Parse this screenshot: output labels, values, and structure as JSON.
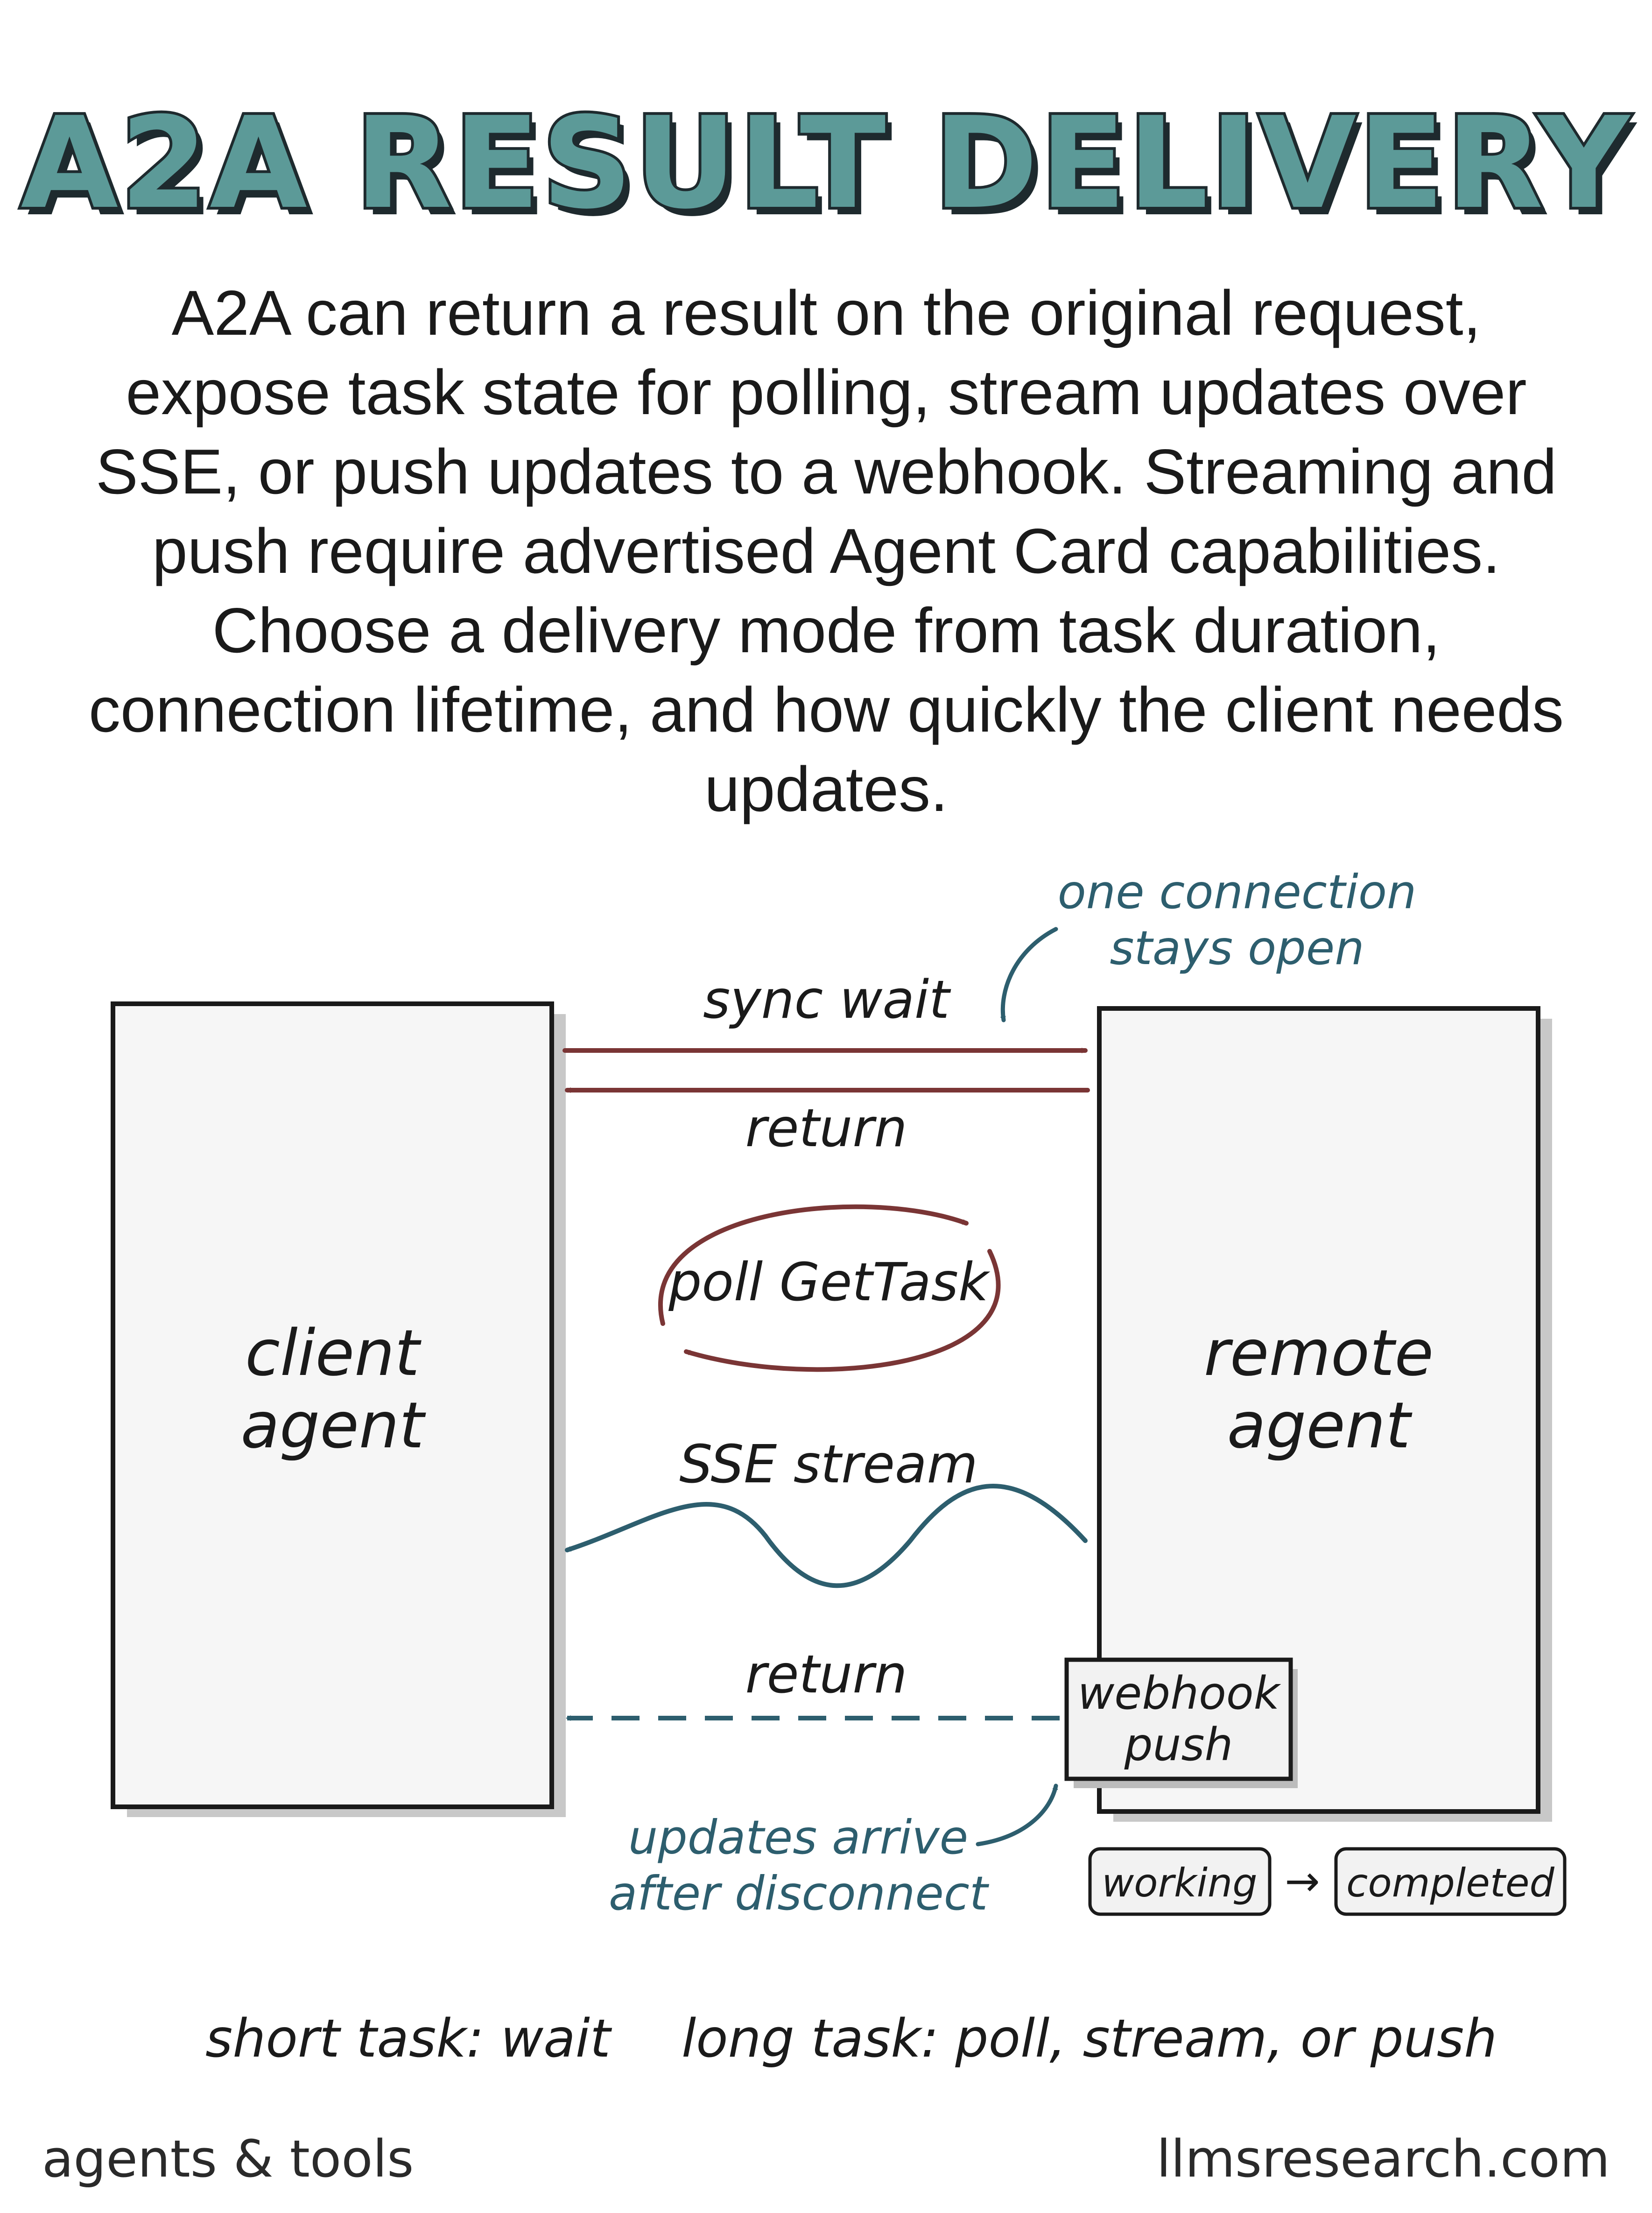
{
  "title": "A2A RESULT DELIVERY",
  "intro": "A2A can return a result on the original request, expose task state for polling, stream updates over SSE, or push updates to a webhook. Streaming and push require advertised Agent Card capabilities. Choose a delivery mode from task duration, connection lifetime, and how quickly the client needs updates.",
  "diagram": {
    "client_box": {
      "line1": "client",
      "line2": "agent"
    },
    "remote_box": {
      "line1": "remote",
      "line2": "agent"
    },
    "annotations": {
      "connection_note": {
        "line1": "one connection",
        "line2": "stays open"
      },
      "disconnect_note": {
        "line1": "updates arrive",
        "line2": "after disconnect"
      }
    },
    "labels": {
      "sync_wait": "sync wait",
      "return_sync": "return",
      "poll": "poll GetTask",
      "sse": "SSE stream",
      "return_push": "return"
    },
    "webhook_box": {
      "line1": "webhook",
      "line2": "push"
    },
    "states": {
      "from": "working",
      "arrow": "→",
      "to": "completed"
    },
    "colors": {
      "sync": "#7a3535",
      "stream": "#2d5e6e",
      "ink": "#1a1a1a"
    }
  },
  "summary": {
    "short": "short task: wait",
    "long": "long task: poll, stream, or push"
  },
  "footer": {
    "left": "agents & tools",
    "right": "llmsresearch.com"
  }
}
